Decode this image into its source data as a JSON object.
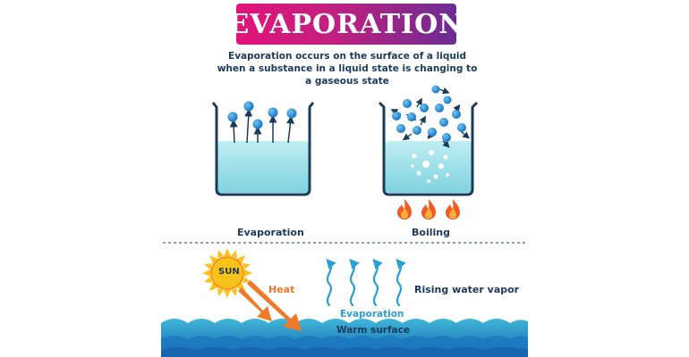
{
  "title": "EVAPORATION",
  "description": {
    "line1": "Evaporation occurs on the surface of a liquid",
    "line2": "when a substance in a liquid state is changing to",
    "line3": "a gaseous state"
  },
  "beakers": {
    "left_label": "Evaporation",
    "right_label": "Boiling"
  },
  "scene": {
    "sun_label": "SUN",
    "heat_label": "Heat",
    "vapor_label": "Rising water vapor",
    "evaporation_label": "Evaporation",
    "surface_label": "Warm surface"
  },
  "colors": {
    "banner_start": "#e2147a",
    "banner_end": "#6a2d93",
    "water": "#7fd3e0",
    "molecule": "#1f8fd6",
    "outline": "#1c3b5a",
    "sun": "#f9c31b",
    "heat_arrow": "#f07a2a",
    "sea": "#1a86c7"
  }
}
